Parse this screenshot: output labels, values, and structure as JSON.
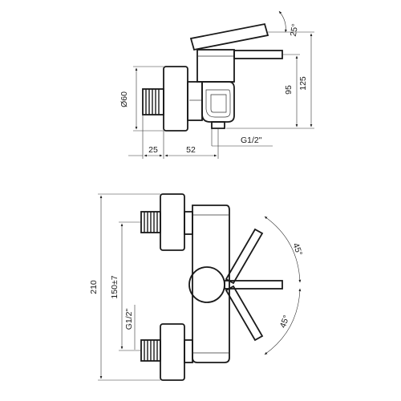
{
  "side_view": {
    "angle_top": "25°",
    "dim_95": "95",
    "dim_125": "125",
    "diameter": "Ø60",
    "dim_25": "25",
    "dim_52": "52",
    "thread": "G1/2\""
  },
  "front_view": {
    "dim_210": "210",
    "dim_150": "150±7",
    "thread": "G1/2\"",
    "angle_upper": "45°",
    "angle_lower": "45°"
  }
}
